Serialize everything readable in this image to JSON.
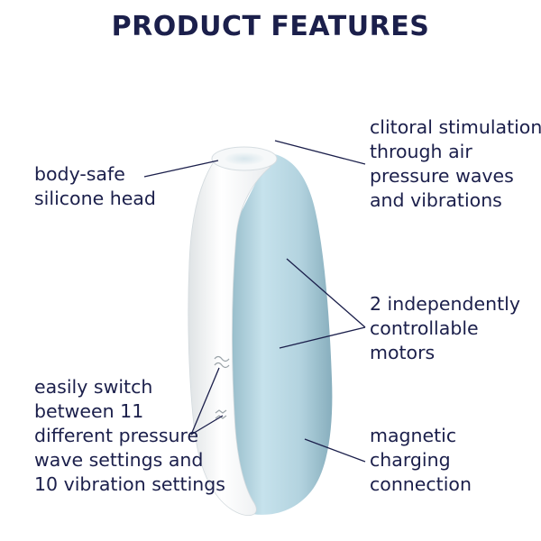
{
  "title": "PRODUCT FEATURES",
  "features": {
    "silicone_head": {
      "lines": [
        "body-safe",
        "silicone head"
      ]
    },
    "stimulation": {
      "lines": [
        "clitoral stimulation",
        "through air",
        "pressure waves",
        "and vibrations"
      ]
    },
    "motors": {
      "lines": [
        "2 independently",
        "controllable",
        "motors"
      ]
    },
    "settings": {
      "lines": [
        "easily switch",
        "between 11",
        "different pressure",
        "wave settings and",
        "10 vibration settings"
      ]
    },
    "charging": {
      "lines": [
        "magnetic",
        "charging",
        "connection"
      ]
    }
  },
  "colors": {
    "text": "#1b1f4b",
    "body_blue": "#b7d7e2",
    "head_white": "#f7f8f8"
  }
}
